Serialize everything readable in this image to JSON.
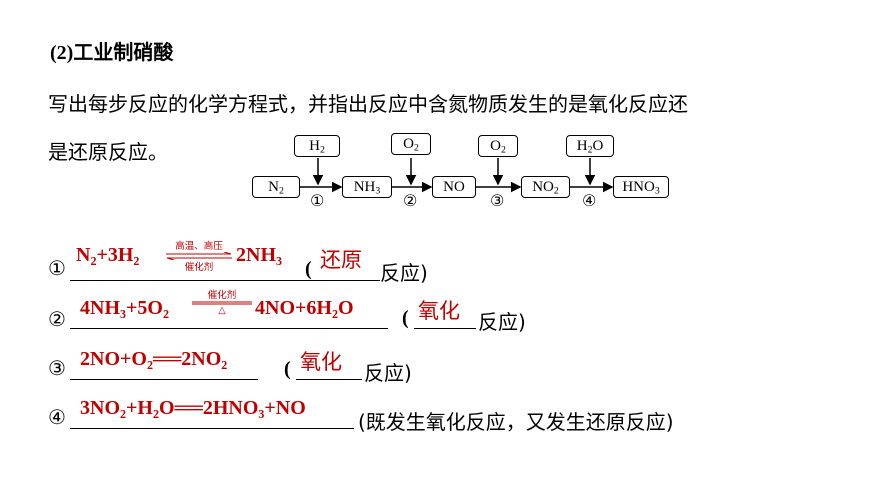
{
  "heading": {
    "num": "(2)",
    "title": "工业制硝酸"
  },
  "intro": {
    "line1": "写出每步反应的化学方程式，并指出反应中含氮物质发生的是氧化反应还",
    "line2": "是还原反应。"
  },
  "diagram": {
    "reactants": [
      "H2",
      "O2",
      "O2",
      "H2O"
    ],
    "chain": [
      "N2",
      "NH3",
      "NO",
      "NO2",
      "HNO3"
    ],
    "steps": [
      "①",
      "②",
      "③",
      "④"
    ]
  },
  "rows": [
    {
      "num": "①",
      "eq_left": "N₂+3H₂",
      "cond_top": "高温、高压",
      "cond_bottom": "催化剂",
      "eq_right": "2NH₃",
      "answer": "还原",
      "tail": "反应)"
    },
    {
      "num": "②",
      "eq_left": "4NH₃+5O₂",
      "cond_top": "催化剂",
      "cond_bottom": "△",
      "eq_right": "4NO+6H₂O",
      "answer": "氧化",
      "tail": "反应)"
    },
    {
      "num": "③",
      "equation": "2NO+O₂══2NO₂",
      "answer": "氧化",
      "tail": "反应)"
    },
    {
      "num": "④",
      "equation": "3NO₂+H₂O══2HNO₃+NO",
      "tail": "(既发生氧化反应，又发生还原反应)"
    }
  ]
}
